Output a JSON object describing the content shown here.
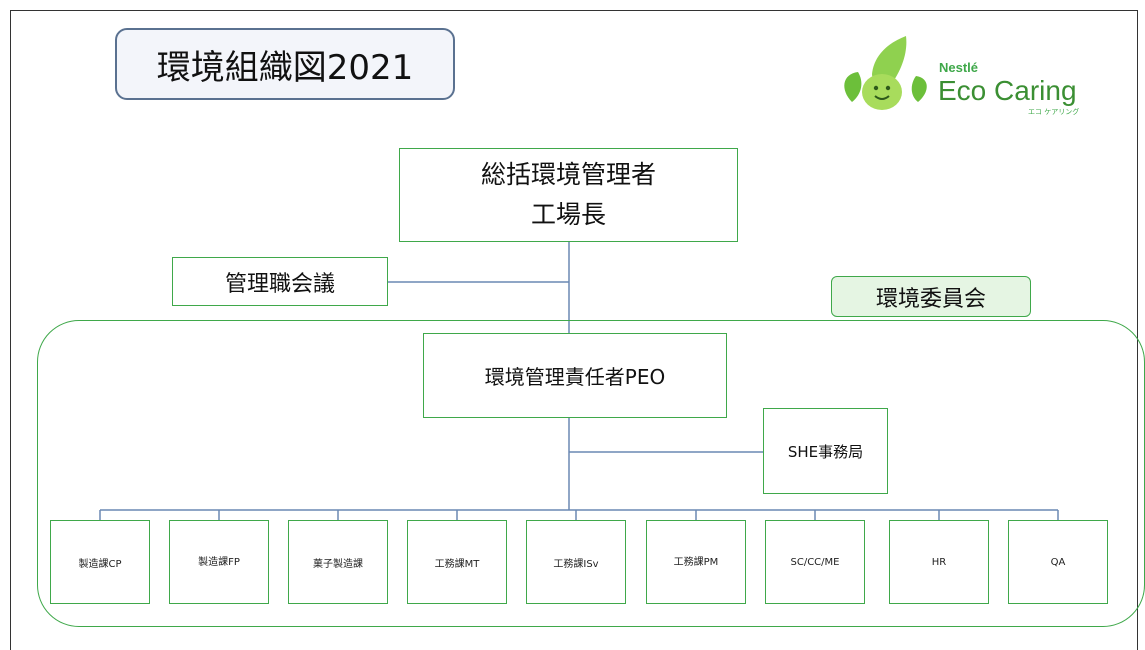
{
  "title": "環境組織図2021",
  "logo": {
    "brand": "Nestlé",
    "name": "Eco Caring",
    "sub": "エコ ケアリング"
  },
  "top": {
    "line1": "総括環境管理者",
    "line2": "工場長"
  },
  "management_meeting": "管理職会議",
  "committee_label": "環境委員会",
  "peo": "環境管理責任者PEO",
  "secretariat": "SHE事務局",
  "departments": [
    "製造課CP",
    "製造課FP",
    "菓子製造課",
    "工務課MT",
    "工務課ISv",
    "工務課PM",
    "SC/CC/ME",
    "HR",
    "QA"
  ],
  "colors": {
    "box_border": "#3fa84a",
    "connector": "#6a88b3",
    "committee_fill": "#e5f5e3",
    "title_border": "#5a7190"
  }
}
